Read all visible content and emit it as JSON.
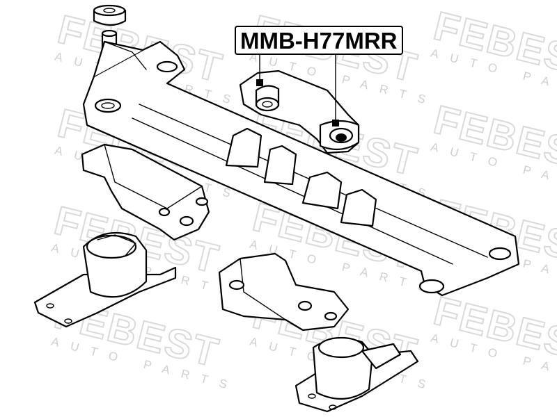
{
  "watermark": {
    "logo_text": "FEBEST",
    "tagline": "AUTO PARTS"
  },
  "part_number": "MMB-H77MRR",
  "colors": {
    "ink": "#000000",
    "watermark": "#d9d9d9",
    "background": "#ffffff"
  }
}
